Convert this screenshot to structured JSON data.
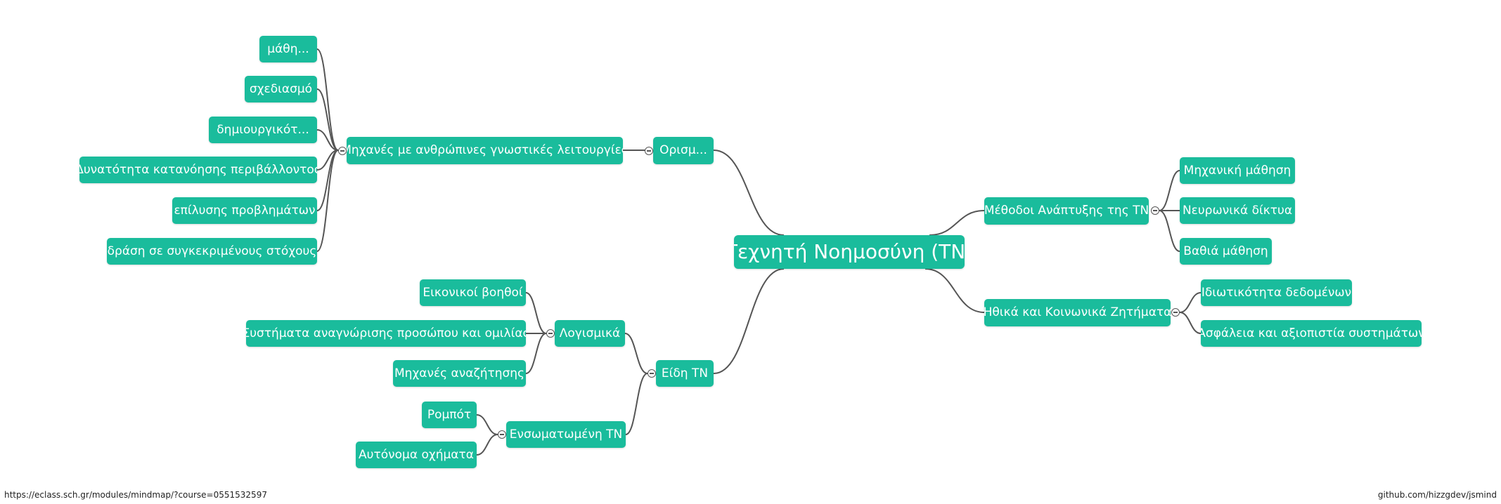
{
  "mindmap": {
    "root": "Τεχνητή Νοημοσύνη (ΤΝ)",
    "nodes": {
      "root": "Τεχνητή Νοημοσύνη (ΤΝ)",
      "orismos": "Ορισμ...",
      "mixanes": "Μηχανές με ανθρώπινες γνωστικές λειτουργίες",
      "mathi": "μάθη...",
      "sxediasmo": "σχεδιασμό",
      "dimiourgikot": "δημιουργικότ...",
      "dynatotita": "Δυνατότητα κατανόησης περιβάλλοντος",
      "epilysis": "επίλυσης προβλημάτων",
      "drasi": "δράση σε συγκεκριμένους στόχους",
      "eidi": "Είδη ΤΝ",
      "logismika": "Λογισμικά",
      "eikonikoi": "Εικονικοί βοηθοί",
      "systimata": "Συστήματα αναγνώρισης προσώπου και ομιλίας",
      "anazitisi": "Μηχανές αναζήτησης",
      "ensomatomeni": "Ενσωματωμένη ΤΝ",
      "rompot": "Ρομπότ",
      "aftonoma": "Αυτόνομα οχήματα",
      "methodoi": "Μέθοδοι Ανάπτυξης της ΤΝ",
      "mixaniki": "Μηχανική μάθηση",
      "neuronika": "Νευρωνικά δίκτυα",
      "vathia": "Βαθιά μάθηση",
      "ithika": "Ηθικά και Κοινωνικά Ζητήματα",
      "idiotikotita": "Ιδιωτικότητα δεδομένων",
      "asfaleia": "Ασφάλεια και αξιοπιστία συστημάτων"
    }
  },
  "footer": {
    "url": "https://eclass.sch.gr/modules/mindmap/?course=0551532597",
    "credit": "github.com/hizzgdev/jsmind"
  },
  "colors": {
    "node": "#1abc9c",
    "node_text": "#ffffff",
    "line": "#555555"
  }
}
